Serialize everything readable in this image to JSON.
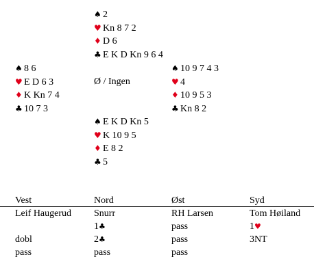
{
  "hands": {
    "north": {
      "spades": "2",
      "hearts": "Kn 8 7 2",
      "diamonds": "D 6",
      "clubs": "E K D Kn 9 6 4"
    },
    "west": {
      "spades": "8 6",
      "hearts": "E D 6 3",
      "diamonds": "K Kn 7 4",
      "clubs": "10 7 3"
    },
    "east": {
      "spades": "10 9 7 4 3",
      "hearts": "4",
      "diamonds": "10 9 5 3",
      "clubs": "Kn 8 2"
    },
    "south": {
      "spades": "E K D Kn 5",
      "hearts": "K 10 9 5",
      "diamonds": "E 8 2",
      "clubs": "5"
    }
  },
  "vulnerability": "Ø / Ingen",
  "symbols": {
    "spades": "♠",
    "hearts": "♥",
    "diamonds": "♦",
    "clubs": "♣"
  },
  "colors": {
    "red_suit": "#e0001a",
    "black_suit": "#000000"
  },
  "bidding": {
    "headers": [
      "Vest",
      "Nord",
      "Øst",
      "Syd"
    ],
    "players": [
      "Leif Haugerud",
      "Snurr",
      "RH Larsen",
      "Tom Høiland"
    ],
    "rounds": [
      [
        {
          "text": ""
        },
        {
          "text": "1",
          "suit": "♣",
          "suit_color": "black"
        },
        {
          "text": "pass"
        },
        {
          "text": "1",
          "suit": "♥",
          "suit_color": "red"
        }
      ],
      [
        {
          "text": "dobl"
        },
        {
          "text": "2",
          "suit": "♣",
          "suit_color": "black"
        },
        {
          "text": "pass"
        },
        {
          "text": "3NT"
        }
      ],
      [
        {
          "text": "pass"
        },
        {
          "text": "pass"
        },
        {
          "text": "pass"
        },
        {
          "text": ""
        }
      ]
    ]
  }
}
